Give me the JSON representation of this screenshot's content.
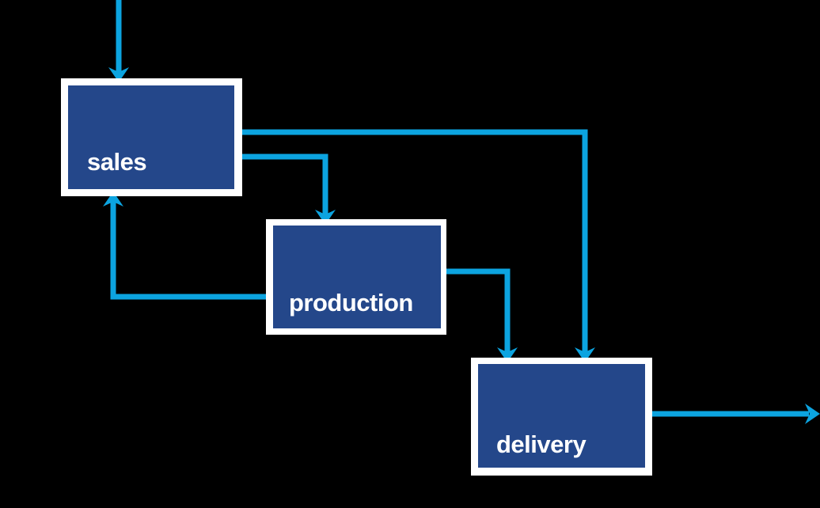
{
  "diagram": {
    "type": "flowchart",
    "title": "",
    "boxes": [
      {
        "id": "sales",
        "label": "sales"
      },
      {
        "id": "production",
        "label": "production"
      },
      {
        "id": "delivery",
        "label": "delivery"
      }
    ],
    "edges": [
      {
        "from": "external-input",
        "to": "sales"
      },
      {
        "from": "sales",
        "to": "production"
      },
      {
        "from": "sales",
        "to": "delivery"
      },
      {
        "from": "production",
        "to": "sales"
      },
      {
        "from": "production",
        "to": "delivery"
      },
      {
        "from": "delivery",
        "to": "external-output"
      }
    ]
  },
  "colors": {
    "background": "#000000",
    "box_fill": "#24478A",
    "box_border": "#FFFFFF",
    "label_text": "#FFFFFF",
    "arrow": "#0CA4E0"
  }
}
